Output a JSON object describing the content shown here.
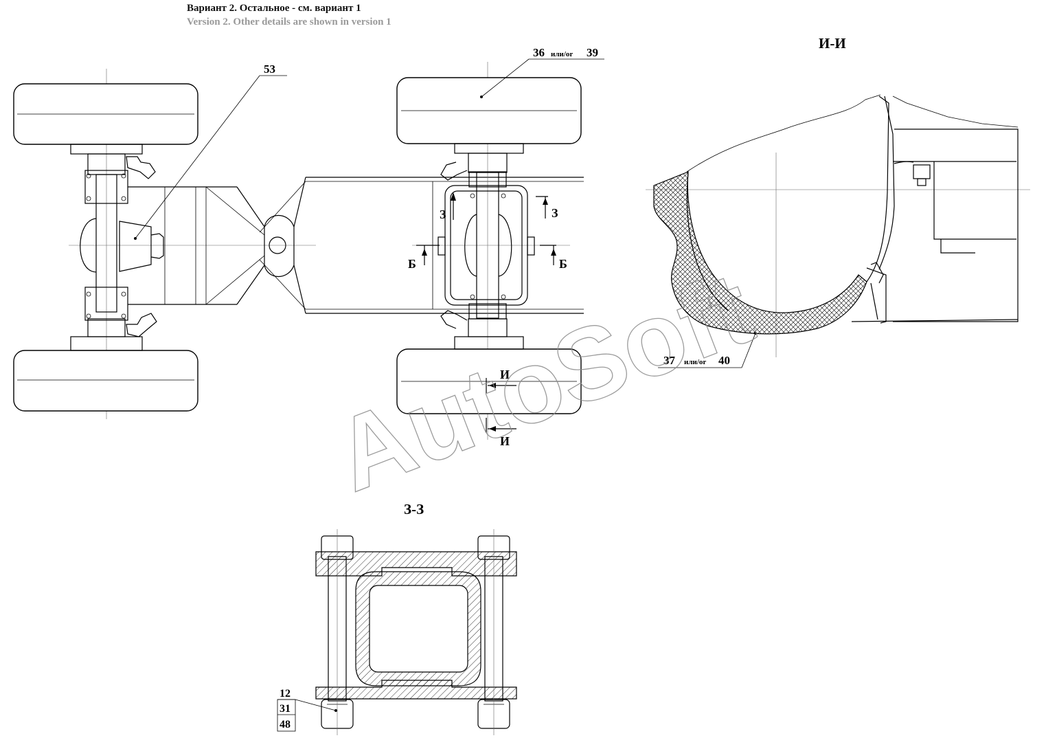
{
  "header": {
    "ru": "Вариант 2. Остальное - см. вариант 1",
    "en": "Version 2. Other details are shown in version 1"
  },
  "watermark": "AutoSoft",
  "sections": {
    "ii_title": "И-И",
    "zz_title": "З-З"
  },
  "markers": {
    "z": "З",
    "b": "Б",
    "i": "И"
  },
  "callouts": {
    "c53": "53",
    "c36_main": "36",
    "c36_or": "или/or",
    "c36_alt": "39",
    "c37_main": "37",
    "c37_or": "или/or",
    "c37_alt": "40",
    "c12": "12",
    "c31": "31",
    "c48": "48"
  }
}
